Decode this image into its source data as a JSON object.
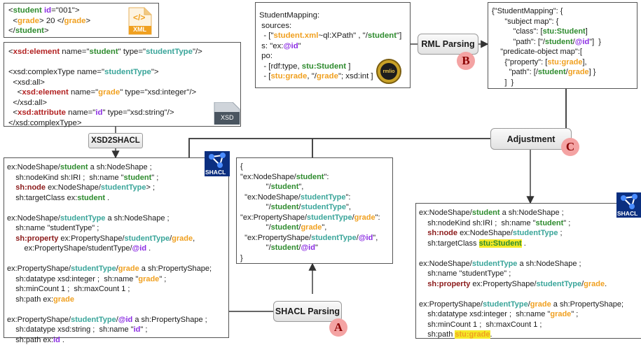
{
  "xml_box": {
    "lines": [
      [
        [
          "<",
          "black"
        ],
        [
          "student",
          "green"
        ],
        [
          " ",
          "black"
        ],
        [
          "id",
          "purple"
        ],
        [
          "=\"001\">",
          "black"
        ]
      ],
      [
        [
          "  <",
          "black"
        ],
        [
          "grade",
          "orange"
        ],
        [
          "> 20 </",
          "black"
        ],
        [
          "grade",
          "orange"
        ],
        [
          ">",
          "black"
        ]
      ],
      [
        [
          "</",
          "black"
        ],
        [
          "student",
          "green"
        ],
        [
          ">",
          "black"
        ]
      ]
    ],
    "icon_label": "XML",
    "icon_glyph": "</>"
  },
  "xsd_box": {
    "lines": [
      [
        [
          "<",
          "black"
        ],
        [
          "xsd:element",
          "red"
        ],
        [
          " name=\"",
          "black"
        ],
        [
          "student",
          "green"
        ],
        [
          "\" type=\"",
          "black"
        ],
        [
          "studentType",
          "teal"
        ],
        [
          "\"/>",
          "black"
        ]
      ],
      [
        [
          "",
          "black"
        ]
      ],
      [
        [
          "<xsd:complexType name=\"",
          "black"
        ],
        [
          "studentType",
          "teal"
        ],
        [
          "\">",
          "black"
        ]
      ],
      [
        [
          "  <xsd:all>",
          "black"
        ]
      ],
      [
        [
          "    <",
          "black"
        ],
        [
          "xsd:element",
          "red"
        ],
        [
          " name=\"",
          "black"
        ],
        [
          "grade",
          "orange"
        ],
        [
          "\" type=\"xsd:integer\"/>",
          "black"
        ]
      ],
      [
        [
          "  </xsd:all>",
          "black"
        ]
      ],
      [
        [
          "  <",
          "black"
        ],
        [
          "xsd:attribute",
          "red"
        ],
        [
          " name=\"",
          "black"
        ],
        [
          "id",
          "purple"
        ],
        [
          "\" type=\"xsd:string\"/>",
          "black"
        ]
      ],
      [
        [
          "</xsd:complexType>",
          "black"
        ]
      ]
    ],
    "icon_label": "XSD"
  },
  "xsd2shacl_label": "XSD2SHACL",
  "shacl_left_box": {
    "lines": [
      [
        [
          "ex:NodeShape/",
          "black"
        ],
        [
          "student",
          "green"
        ],
        [
          " a sh:NodeShape ;",
          "black"
        ]
      ],
      [
        [
          "    sh:nodeKind sh:IRI ;  sh:name \"",
          "black"
        ],
        [
          "student",
          "green"
        ],
        [
          "\" ;",
          "black"
        ]
      ],
      [
        [
          "    ",
          "black"
        ],
        [
          "sh:node",
          "dred"
        ],
        [
          " ex:NodeShape/",
          "black"
        ],
        [
          "studentType",
          "teal"
        ],
        [
          "> ;",
          "black"
        ]
      ],
      [
        [
          "    sh:targetClass ex:",
          "black"
        ],
        [
          "student",
          "green"
        ],
        [
          " .",
          "black"
        ]
      ],
      [
        [
          "",
          "black"
        ]
      ],
      [
        [
          "ex:NodeShape/",
          "black"
        ],
        [
          "studentType",
          "teal"
        ],
        [
          " a sh:NodeShape ;",
          "black"
        ]
      ],
      [
        [
          "    sh:name \"studentType\" ;",
          "black"
        ]
      ],
      [
        [
          "    ",
          "black"
        ],
        [
          "sh:property",
          "dred"
        ],
        [
          " ex:PropertyShape/",
          "black"
        ],
        [
          "studentType",
          "teal"
        ],
        [
          "/",
          "black"
        ],
        [
          "grade",
          "orange"
        ],
        [
          ",",
          "black"
        ]
      ],
      [
        [
          "        ex:PropertyShape/studentType/",
          "black"
        ],
        [
          "@id",
          "purple"
        ],
        [
          " .",
          "black"
        ]
      ],
      [
        [
          "",
          "black"
        ]
      ],
      [
        [
          "ex:PropertyShape/",
          "black"
        ],
        [
          "studentType",
          "teal"
        ],
        [
          "/",
          "black"
        ],
        [
          "grade",
          "orange"
        ],
        [
          " a sh:PropertyShape;",
          "black"
        ]
      ],
      [
        [
          "    sh:datatype xsd:integer ;  sh:name \"",
          "black"
        ],
        [
          "grade",
          "orange"
        ],
        [
          "\" ;",
          "black"
        ]
      ],
      [
        [
          "    sh:minCount 1 ;  sh:maxCount 1 ;",
          "black"
        ]
      ],
      [
        [
          "    sh:path ex:",
          "black"
        ],
        [
          "grade",
          "orange"
        ],
        [
          "",
          "black"
        ]
      ],
      [
        [
          "",
          "black"
        ]
      ],
      [
        [
          "ex:PropertyShape/",
          "black"
        ],
        [
          "studentType",
          "teal"
        ],
        [
          "/",
          "black"
        ],
        [
          "@id",
          "purple"
        ],
        [
          " a sh:PropertyShape ;",
          "black"
        ]
      ],
      [
        [
          "    sh:datatype xsd:string ;  sh:name \"",
          "black"
        ],
        [
          "id",
          "purple"
        ],
        [
          "\" ;",
          "black"
        ]
      ],
      [
        [
          "    sh:path ex:",
          "black"
        ],
        [
          "id",
          "purple"
        ],
        [
          " .",
          "black"
        ]
      ]
    ],
    "icon_label": "SHACL"
  },
  "map_box": {
    "lines": [
      [
        [
          "{",
          "black"
        ]
      ],
      [
        [
          "\"ex:NodeShape/",
          "black"
        ],
        [
          "student",
          "green"
        ],
        [
          "\":",
          "black"
        ]
      ],
      [
        [
          "            \"/",
          "black"
        ],
        [
          "student",
          "green"
        ],
        [
          "\",",
          "black"
        ]
      ],
      [
        [
          "  \"ex:NodeShape/",
          "black"
        ],
        [
          "studentType",
          "teal"
        ],
        [
          "\":",
          "black"
        ]
      ],
      [
        [
          "            \"/",
          "black"
        ],
        [
          "student",
          "green"
        ],
        [
          "/",
          "black"
        ],
        [
          "studentType",
          "teal"
        ],
        [
          "\",",
          "black"
        ]
      ],
      [
        [
          "\"ex:PropertyShape/",
          "black"
        ],
        [
          "studentType",
          "teal"
        ],
        [
          "/",
          "black"
        ],
        [
          "grade",
          "orange"
        ],
        [
          "\":",
          "black"
        ]
      ],
      [
        [
          "            \"/",
          "black"
        ],
        [
          "student",
          "green"
        ],
        [
          "/",
          "black"
        ],
        [
          "grade",
          "orange"
        ],
        [
          "\",",
          "black"
        ]
      ],
      [
        [
          "  \"ex:PropertyShape/",
          "black"
        ],
        [
          "studentType",
          "teal"
        ],
        [
          "/",
          "black"
        ],
        [
          "@id",
          "purple"
        ],
        [
          "\",",
          "black"
        ]
      ],
      [
        [
          "            \"/",
          "black"
        ],
        [
          "student",
          "green"
        ],
        [
          "/",
          "black"
        ],
        [
          "@id",
          "purple"
        ],
        [
          "\"",
          "black"
        ]
      ],
      [
        [
          "}",
          "black"
        ]
      ]
    ]
  },
  "shacl_parsing_label": "SHACL Parsing",
  "badge_a": "A",
  "rml_box": {
    "lines": [
      [
        [
          "StudentMapping:",
          "black"
        ]
      ],
      [
        [
          " sources:",
          "black"
        ]
      ],
      [
        [
          "  - [\"",
          "black"
        ],
        [
          "student.xml",
          "orange"
        ],
        [
          "~ql:XPath\" , \"/",
          "black"
        ],
        [
          "student",
          "green"
        ],
        [
          "\"]",
          "black"
        ]
      ],
      [
        [
          " s: \"ex:",
          "black"
        ],
        [
          "@id",
          "purple"
        ],
        [
          "\"",
          "black"
        ]
      ],
      [
        [
          " po:",
          "black"
        ]
      ],
      [
        [
          "  - [rdf:type, ",
          "black"
        ],
        [
          "stu:Student",
          "green"
        ],
        [
          " ]",
          "black"
        ]
      ],
      [
        [
          "  - [",
          "black"
        ],
        [
          "stu:grade",
          "orange"
        ],
        [
          ", \"/",
          "black"
        ],
        [
          "grade",
          "orange"
        ],
        [
          "\"; xsd:int ]",
          "black"
        ]
      ]
    ],
    "logo_text": "rmlio"
  },
  "rml_parsing_label": "RML Parsing",
  "badge_b": "B",
  "json_box": {
    "lines": [
      [
        [
          "{\"StudentMapping\": {",
          "black"
        ]
      ],
      [
        [
          "      \"subject map\": {",
          "black"
        ]
      ],
      [
        [
          "          \"class\": [",
          "black"
        ],
        [
          "stu:Student",
          "green"
        ],
        [
          "]",
          "black"
        ]
      ],
      [
        [
          "          \"path\": [\"/",
          "black"
        ],
        [
          "student",
          "green"
        ],
        [
          "/",
          "black"
        ],
        [
          "@id",
          "purple"
        ],
        [
          "\"]  }",
          "black"
        ]
      ],
      [
        [
          "    \"predicate-object map\":[",
          "black"
        ]
      ],
      [
        [
          "      {\"property\": [",
          "black"
        ],
        [
          "stu:grade",
          "orange"
        ],
        [
          "],",
          "black"
        ]
      ],
      [
        [
          "        \"path\": [/",
          "black"
        ],
        [
          "student",
          "green"
        ],
        [
          "/",
          "black"
        ],
        [
          "grade",
          "orange"
        ],
        [
          "] }",
          "black"
        ]
      ],
      [
        [
          "      ]  }",
          "black"
        ]
      ]
    ]
  },
  "adjustment_label": "Adjustment",
  "badge_c": "C",
  "shacl_right_box": {
    "lines": [
      [
        [
          "ex:NodeShape/",
          "black"
        ],
        [
          "student",
          "green"
        ],
        [
          " a sh:NodeShape ;",
          "black"
        ]
      ],
      [
        [
          "    sh:nodeKind sh:IRI ;  sh:name \"",
          "black"
        ],
        [
          "student",
          "green"
        ],
        [
          "\" ;",
          "black"
        ]
      ],
      [
        [
          "    ",
          "black"
        ],
        [
          "sh:node",
          "dred"
        ],
        [
          " ex:NodeShape/",
          "black"
        ],
        [
          "studentType",
          "teal"
        ],
        [
          " ;",
          "black"
        ]
      ],
      [
        [
          "    sh:targetClass ",
          "black"
        ],
        [
          "stu:Student",
          "hl-green"
        ],
        [
          " .",
          "black"
        ]
      ],
      [
        [
          "",
          "black"
        ]
      ],
      [
        [
          "ex:NodeShape/",
          "black"
        ],
        [
          "studentType",
          "teal"
        ],
        [
          " a sh:NodeShape ;",
          "black"
        ]
      ],
      [
        [
          "    sh:name \"studentType\" ;",
          "black"
        ]
      ],
      [
        [
          "    ",
          "black"
        ],
        [
          "sh:property",
          "dred"
        ],
        [
          " ex:PropertyShape/",
          "black"
        ],
        [
          "studentType",
          "teal"
        ],
        [
          "/",
          "black"
        ],
        [
          "grade",
          "orange"
        ],
        [
          ".",
          "black"
        ]
      ],
      [
        [
          "",
          "black"
        ]
      ],
      [
        [
          "ex:PropertyShape/",
          "black"
        ],
        [
          "studentType",
          "teal"
        ],
        [
          "/",
          "black"
        ],
        [
          "grade",
          "orange"
        ],
        [
          " a sh:PropertyShape;",
          "black"
        ]
      ],
      [
        [
          "    sh:datatype xsd:integer ;  sh:name \"",
          "black"
        ],
        [
          "grade",
          "orange"
        ],
        [
          "\" ;",
          "black"
        ]
      ],
      [
        [
          "    sh:minCount 1 ;  sh:maxCount 1 ;",
          "black"
        ]
      ],
      [
        [
          "    sh:path ",
          "black"
        ],
        [
          "stu:grade",
          "hl-orange"
        ],
        [
          ".",
          "black"
        ]
      ]
    ],
    "icon_label": "SHACL"
  },
  "colors": {
    "green": "#2e8b2e",
    "teal": "#3aa59a",
    "orange": "#f0a020",
    "purple": "#8a2be2",
    "red": "#b22222",
    "highlight": "#f5ea28",
    "badge": "#f4a3a3"
  }
}
